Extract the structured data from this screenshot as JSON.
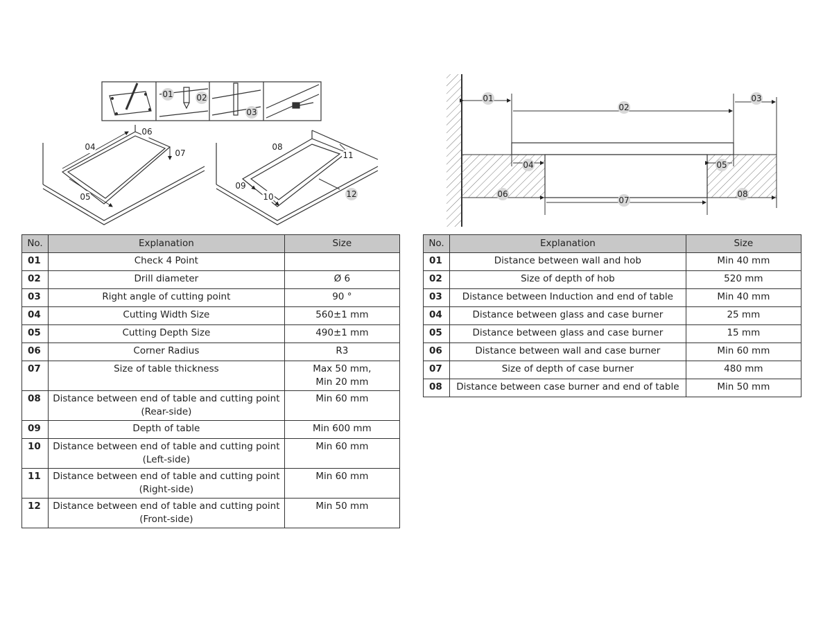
{
  "left_diagram": {
    "labels": [
      "01",
      "02",
      "03",
      "04",
      "05",
      "06",
      "07",
      "08",
      "09",
      "10",
      "11",
      "12"
    ]
  },
  "right_diagram": {
    "labels": [
      "01",
      "02",
      "03",
      "04",
      "05",
      "06",
      "07",
      "08"
    ]
  },
  "left_table": {
    "headers": [
      "No.",
      "Explanation",
      "Size"
    ],
    "rows": [
      {
        "no": "01",
        "explanation": [
          "Check 4 Point"
        ],
        "size": [
          ""
        ]
      },
      {
        "no": "02",
        "explanation": [
          "Drill diameter"
        ],
        "size": [
          "Ø 6"
        ]
      },
      {
        "no": "03",
        "explanation": [
          "Right angle of cutting point"
        ],
        "size": [
          "90 °"
        ]
      },
      {
        "no": "04",
        "explanation": [
          "Cutting Width Size"
        ],
        "size": [
          "560±1 mm"
        ]
      },
      {
        "no": "05",
        "explanation": [
          "Cutting Depth Size"
        ],
        "size": [
          "490±1 mm"
        ]
      },
      {
        "no": "06",
        "explanation": [
          "Corner Radius"
        ],
        "size": [
          "R3"
        ]
      },
      {
        "no": "07",
        "explanation": [
          "Size of table thickness"
        ],
        "size": [
          "Max 50 mm,",
          "Min 20 mm"
        ]
      },
      {
        "no": "08",
        "explanation": [
          "Distance between end of table and cutting point",
          "(Rear-side)"
        ],
        "size": [
          "Min 60 mm"
        ]
      },
      {
        "no": "09",
        "explanation": [
          "Depth of table"
        ],
        "size": [
          "Min 600 mm"
        ]
      },
      {
        "no": "10",
        "explanation": [
          "Distance between end of table and cutting point",
          "(Left-side)"
        ],
        "size": [
          "Min 60 mm"
        ]
      },
      {
        "no": "11",
        "explanation": [
          "Distance between end of table and cutting point",
          "(Right-side)"
        ],
        "size": [
          "Min 60 mm"
        ]
      },
      {
        "no": "12",
        "explanation": [
          "Distance between end of table and cutting point",
          "(Front-side)"
        ],
        "size": [
          "Min 50 mm"
        ]
      }
    ]
  },
  "right_table": {
    "headers": [
      "No.",
      "Explanation",
      "Size"
    ],
    "rows": [
      {
        "no": "01",
        "explanation": [
          "Distance between wall and hob"
        ],
        "size": [
          "Min 40 mm"
        ]
      },
      {
        "no": "02",
        "explanation": [
          "Size of depth of hob"
        ],
        "size": [
          "520 mm"
        ]
      },
      {
        "no": "03",
        "explanation": [
          "Distance between Induction and end of table"
        ],
        "size": [
          "Min 40 mm"
        ]
      },
      {
        "no": "04",
        "explanation": [
          "Distance between glass and case burner"
        ],
        "size": [
          "25 mm"
        ]
      },
      {
        "no": "05",
        "explanation": [
          "Distance between glass and case burner"
        ],
        "size": [
          "15 mm"
        ]
      },
      {
        "no": "06",
        "explanation": [
          "Distance between wall and case burner"
        ],
        "size": [
          "Min 60 mm"
        ]
      },
      {
        "no": "07",
        "explanation": [
          "Size of depth of case burner"
        ],
        "size": [
          "480 mm"
        ]
      },
      {
        "no": "08",
        "explanation": [
          "Distance between case burner and end of table"
        ],
        "size": [
          "Min 50 mm"
        ]
      }
    ]
  }
}
